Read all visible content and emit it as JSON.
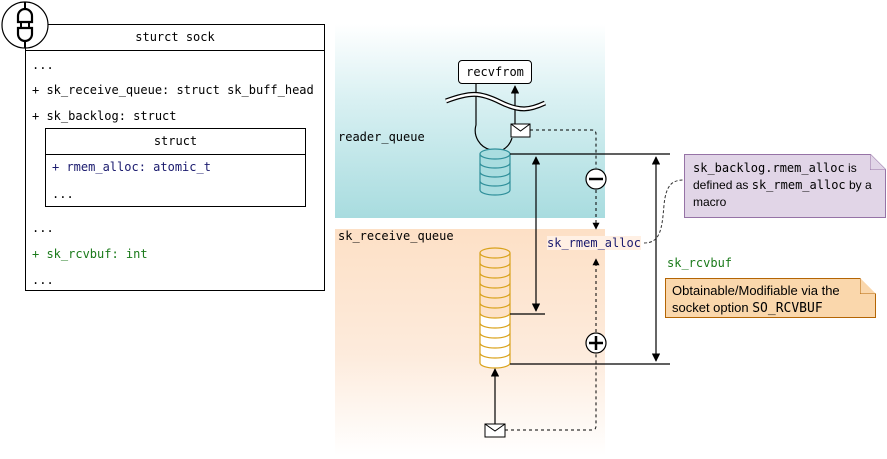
{
  "struct_sock": {
    "title": "sturct sock",
    "rows": [
      "...",
      "+ sk_receive_queue: struct sk_buff_head",
      "+ sk_backlog: struct",
      "...",
      "+ sk_rcvbuf: int",
      "..."
    ],
    "inner_struct": {
      "title": "struct",
      "rows": [
        "+ rmem_alloc: atomic_t",
        "..."
      ]
    }
  },
  "lanes": {
    "reader_queue": "reader_queue",
    "sk_receive_queue": "sk_receive_queue"
  },
  "recvfrom_label": "recvfrom",
  "sk_rmem_alloc_label": "sk_rmem_alloc",
  "sk_rcvbuf_label": "sk_rcvbuf",
  "note_purple": {
    "code1": "sk_backlog.rmem_alloc",
    "text1": " is defined as ",
    "code2": "sk_rmem_alloc",
    "text2": " by a macro"
  },
  "note_orange": {
    "text": "Obtainable/Modifiable via the socket option ",
    "code": "SO_RCVBUF"
  },
  "colors": {
    "reader_queue_stack": "#2f8f9a",
    "receive_queue_stack": "#d9a21b",
    "navy_text": "#1a1a6e",
    "green_text": "#1a7a1a",
    "note_purple_fill": "#e1d5e7",
    "note_orange_fill": "#fad7ac"
  },
  "icons": {
    "plug": "plug-icon",
    "minus": "minus-circle-icon",
    "plus": "plus-circle-icon",
    "envelope": "envelope-icon"
  }
}
